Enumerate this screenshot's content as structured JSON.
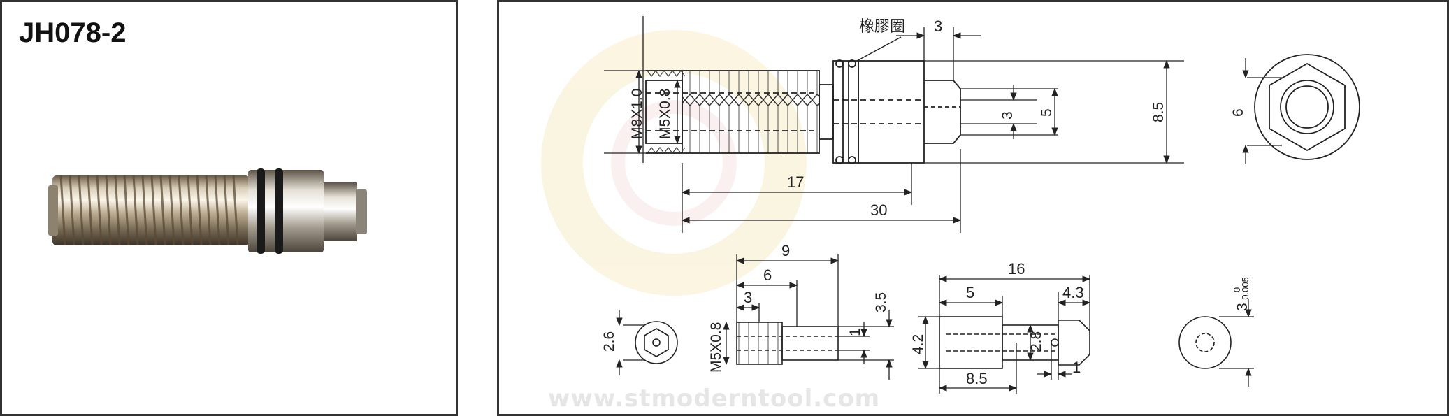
{
  "product": {
    "model": "JH078-2"
  },
  "drawing": {
    "callout": "橡膠圈",
    "watermark": "www.stmoderntool.com",
    "dims_main": {
      "thread_major": "M8X1.0",
      "thread_inner": "M5X0.8",
      "len_17": "17",
      "len_30": "30",
      "len_3_top": "3",
      "dia_3": "3",
      "dia_5": "5",
      "dia_8_5": "8.5",
      "hex_6": "6"
    },
    "dims_insert": {
      "len_9": "9",
      "len_6": "6",
      "len_3": "3",
      "dia_3_5": "3.5",
      "dia_1": "1",
      "thread": "M5X0.8",
      "hex_2_6": "2.6"
    },
    "dims_pin": {
      "len_16": "16",
      "len_5": "5",
      "len_4_3": "4.3",
      "dia_4_2": "4.2",
      "dia_2_8": "2.8",
      "len_8_5": "8.5",
      "dia_1": "1",
      "tol_base": "3",
      "tol_upper": "0",
      "tol_lower": "-0.005"
    }
  }
}
